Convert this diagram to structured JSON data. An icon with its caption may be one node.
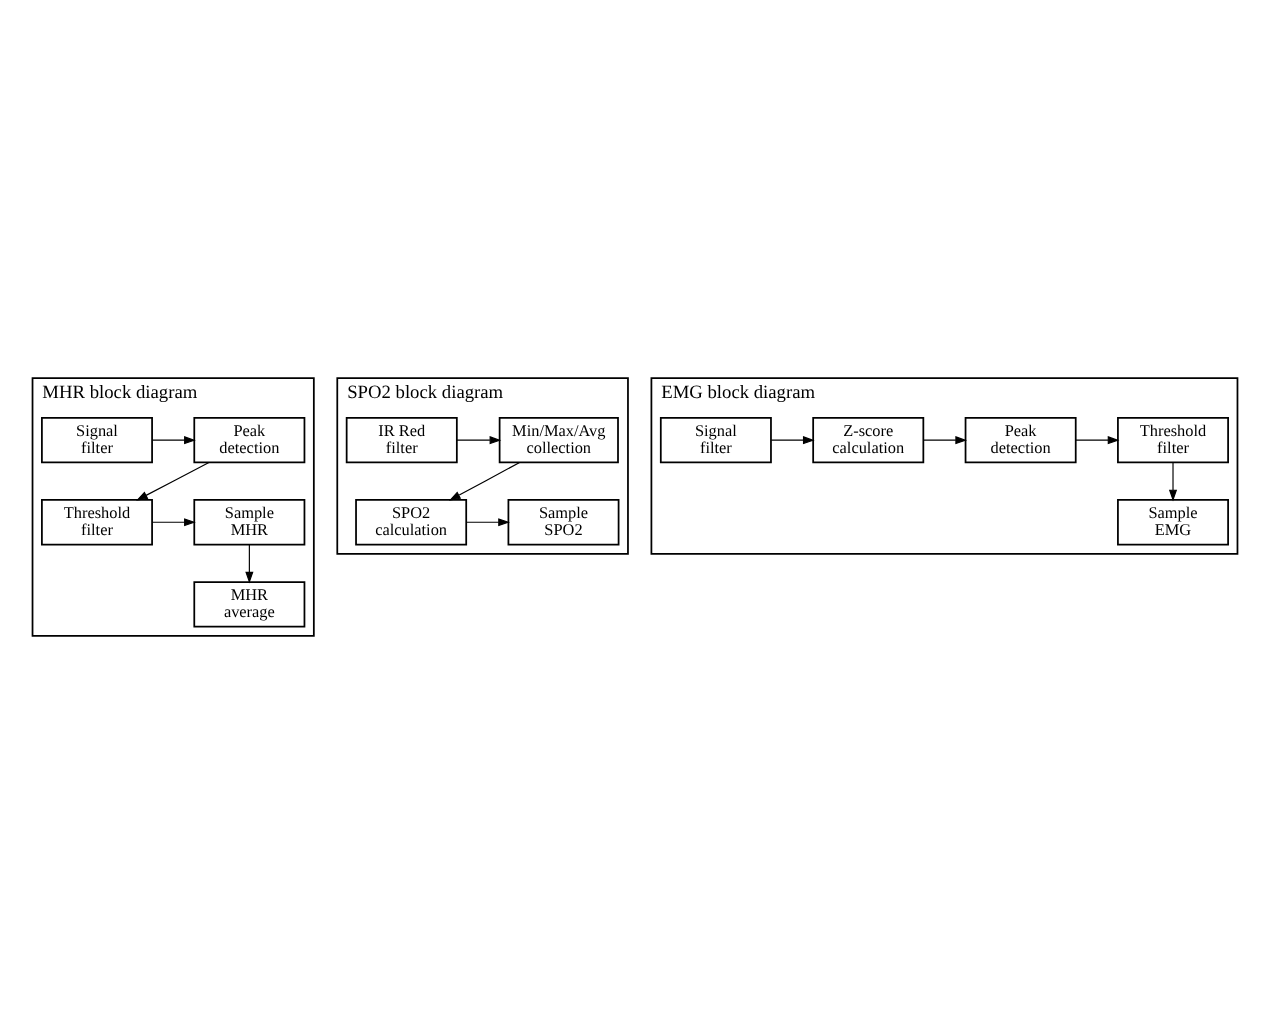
{
  "diagram": {
    "nodes": [
      {
        "text": [
          "MHR block diagram"
        ]
      },
      {
        "text": [
          "Signal filter"
        ],
        "in": 0
      },
      {
        "text": [
          "Peak detection"
        ],
        "in": 0
      },
      {
        "text": [
          "Threshold filter"
        ],
        "in": 0
      },
      {
        "text": [
          "Sample MHR"
        ],
        "in": 0
      },
      {
        "text": [
          "MHR average"
        ],
        "in": 0
      },
      {
        "text": [
          "SPO2 block diagram"
        ]
      },
      {
        "text": [
          "IR Red filter"
        ],
        "in": 6
      },
      {
        "text": [
          "Min/Max/Avg collection"
        ],
        "in": 6
      },
      {
        "text": [
          "SPO2 calculation"
        ],
        "in": 6
      },
      {
        "text": [
          "Sample SPO2"
        ],
        "in": 6
      },
      {
        "text": [
          "EMG block diagram"
        ]
      },
      {
        "text": [
          "Signal filter"
        ],
        "in": 11
      },
      {
        "text": [
          "Z-score calculation"
        ],
        "in": 11
      },
      {
        "text": [
          "Peak detection"
        ],
        "in": 11
      },
      {
        "text": [
          "Threshold filter"
        ],
        "in": 11
      },
      {
        "text": [
          "Sample EMG"
        ],
        "in": 11
      }
    ],
    "edges": [
      {
        "from": 1,
        "to": 2,
        "arrow": "to"
      },
      {
        "from": 2,
        "to": 3,
        "arrow": "to"
      },
      {
        "from": 3,
        "to": 4,
        "arrow": "to"
      },
      {
        "from": 4,
        "to": 5,
        "arrow": "to"
      },
      {
        "from": 7,
        "to": 8,
        "arrow": "to"
      },
      {
        "from": 8,
        "to": 9,
        "arrow": "to"
      },
      {
        "from": 9,
        "to": 10,
        "arrow": "to"
      },
      {
        "from": 12,
        "to": 13,
        "arrow": "to"
      },
      {
        "from": 13,
        "to": 14,
        "arrow": "to"
      },
      {
        "from": 14,
        "to": 15,
        "arrow": "to"
      },
      {
        "from": 15,
        "to": 16,
        "arrow": "to"
      }
    ]
  }
}
